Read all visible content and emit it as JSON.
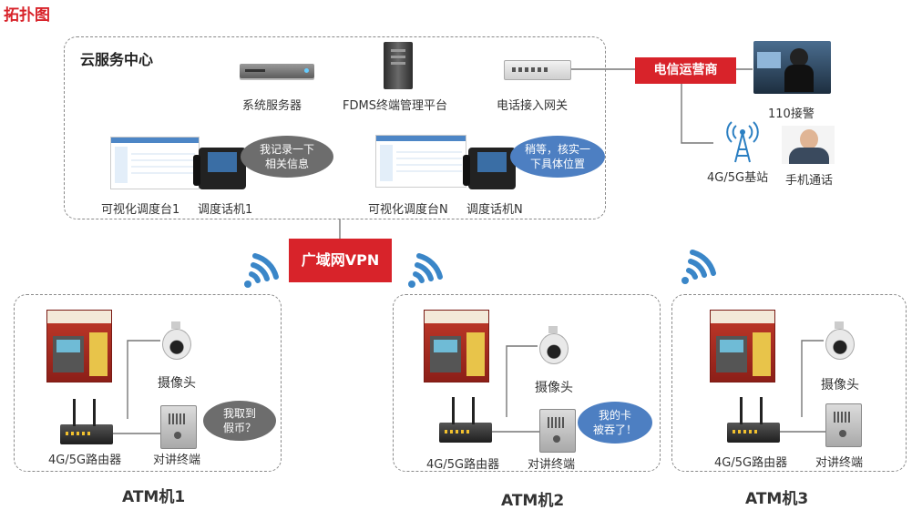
{
  "page_title": "拓扑图",
  "cloud": {
    "title": "云服务中心",
    "server_label": "系统服务器",
    "fdms_label": "FDMS终端管理平台",
    "gateway_label": "电话接入网关",
    "console1_label": "可视化调度台1",
    "phone1_label": "调度话机1",
    "consoleN_label": "可视化调度台N",
    "phoneN_label": "调度话机N",
    "bubble1": "我记录一下\n相关信息",
    "bubble2": "稍等，核实一\n下具体位置"
  },
  "carrier": {
    "label": "电信运营商",
    "police_label": "110接警",
    "tower_label": "4G/5G基站",
    "mobile_label": "手机通话"
  },
  "vpn_label": "广域网VPN",
  "atms": [
    {
      "name": "ATM机1",
      "camera": "摄像头",
      "router": "4G/5G路由器",
      "intercom": "对讲终端",
      "bubble": "我取到\n假币？"
    },
    {
      "name": "ATM机2",
      "camera": "摄像头",
      "router": "4G/5G路由器",
      "intercom": "对讲终端",
      "bubble": "我的卡\n被吞了！"
    },
    {
      "name": "ATM机3",
      "camera": "摄像头",
      "router": "4G/5G路由器",
      "intercom": "对讲终端"
    }
  ],
  "colors": {
    "accent_red": "#d8232a",
    "bubble_gray": "#6d6d6d",
    "bubble_blue": "#4d7fc2",
    "wifi_blue": "#3a86c8"
  }
}
